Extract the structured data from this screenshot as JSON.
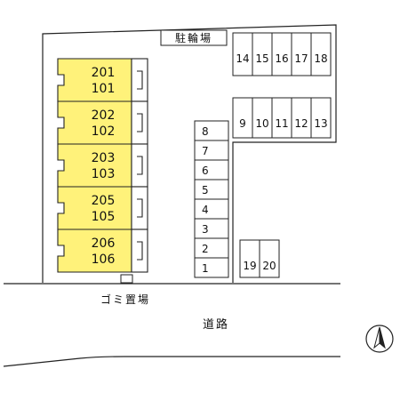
{
  "bicycle_parking_label": "駐輪場",
  "garbage_label": "ゴミ置場",
  "road_label": "道路",
  "compass_label": "N",
  "building_units": [
    {
      "upper": "201",
      "lower": "101"
    },
    {
      "upper": "202",
      "lower": "102"
    },
    {
      "upper": "203",
      "lower": "103"
    },
    {
      "upper": "205",
      "lower": "105"
    },
    {
      "upper": "206",
      "lower": "106"
    }
  ],
  "parking_top_row": [
    "14",
    "15",
    "16",
    "17",
    "18"
  ],
  "parking_middle_row": [
    "9",
    "10",
    "11",
    "12",
    "13"
  ],
  "parking_column": [
    "8",
    "7",
    "6",
    "5",
    "4",
    "3",
    "2",
    "1"
  ],
  "parking_bottom_pair": [
    "19",
    "20"
  ],
  "colors": {
    "building_fill": "#fff27a",
    "outline": "#222222"
  }
}
